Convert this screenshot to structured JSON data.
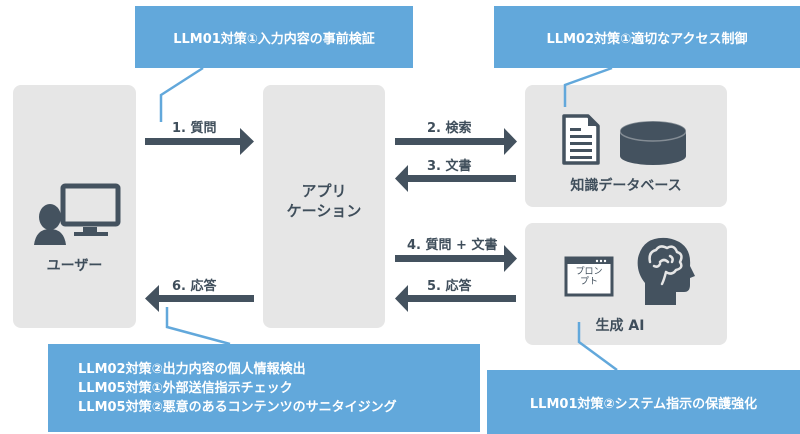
{
  "colors": {
    "callout_bg": "#62a8db",
    "callout_text": "#ffffff",
    "panel_bg": "#e6e6e6",
    "arrow": "#44525f",
    "connector": "#62a8db",
    "icon": "#44525f"
  },
  "nodes": {
    "user": {
      "label": "ユーザー",
      "icon": "user-computer-icon"
    },
    "app": {
      "label_line1": "アプリ",
      "label_line2": "ケーション"
    },
    "knowledge_db": {
      "label": "知識データベース",
      "icons": [
        "document-icon",
        "database-icon"
      ]
    },
    "gen_ai": {
      "label": "生成 AI",
      "icons": [
        "prompt-window-icon",
        "brain-head-icon"
      ],
      "prompt_text_line1": "プロン",
      "prompt_text_line2": "プト"
    }
  },
  "arrows": [
    {
      "id": "1",
      "label": "1. 質問",
      "direction": "right",
      "from": "user",
      "to": "app"
    },
    {
      "id": "2",
      "label": "2. 検索",
      "direction": "right",
      "from": "app",
      "to": "knowledge_db"
    },
    {
      "id": "3",
      "label": "3. 文書",
      "direction": "left",
      "from": "knowledge_db",
      "to": "app"
    },
    {
      "id": "4",
      "label": "4. 質問 + 文書",
      "direction": "right",
      "from": "app",
      "to": "gen_ai"
    },
    {
      "id": "5",
      "label": "5. 応答",
      "direction": "left",
      "from": "gen_ai",
      "to": "app"
    },
    {
      "id": "6",
      "label": "6. 応答",
      "direction": "left",
      "from": "app",
      "to": "user"
    }
  ],
  "callouts": {
    "llm01_input": "LLM01対策①入力内容の事前検証",
    "llm02_access": "LLM02対策①適切なアクセス制御",
    "output_checks": [
      "LLM02対策②出力内容の個人情報検出",
      "LLM05対策①外部送信指示チェック",
      "LLM05対策②悪意のあるコンテンツのサニタイジング"
    ],
    "llm01_system": "LLM01対策②システム指示の保護強化"
  }
}
